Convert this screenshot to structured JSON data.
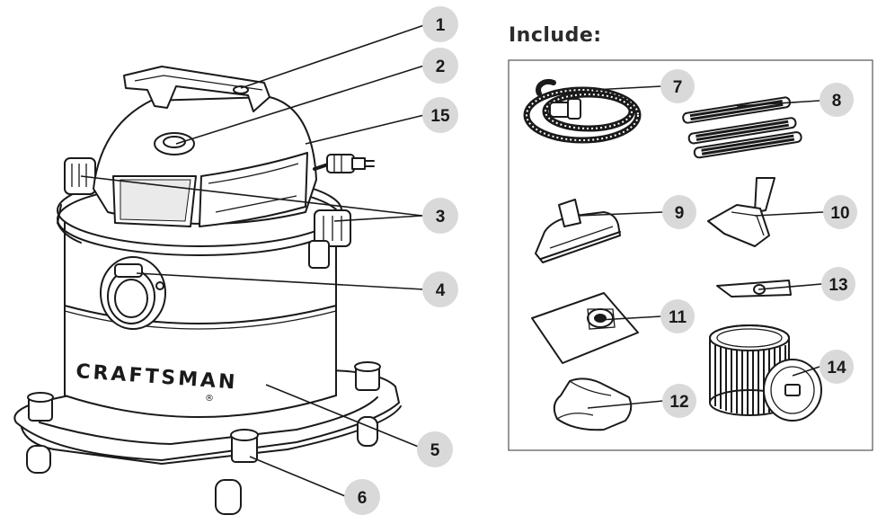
{
  "include": {
    "title": "Include:"
  },
  "brand": {
    "name": "CRAFTSMAN",
    "registered_mark": "®"
  },
  "callouts": {
    "c1": "1",
    "c2": "2",
    "c3": "3",
    "c4": "4",
    "c5": "5",
    "c6": "6",
    "c7": "7",
    "c8": "8",
    "c9": "9",
    "c10": "10",
    "c11": "11",
    "c12": "12",
    "c13": "13",
    "c14": "14",
    "c15": "15"
  },
  "colors": {
    "badge": "#d9d9d9",
    "ink": "#1a1a1a",
    "background": "#ffffff"
  }
}
